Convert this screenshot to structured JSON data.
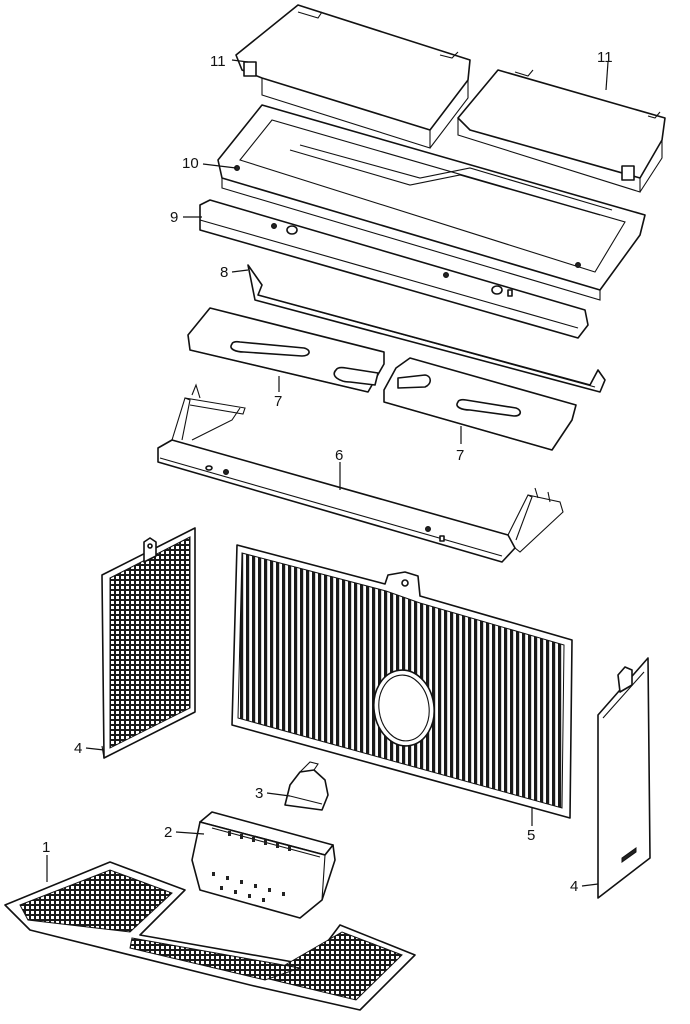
{
  "diagram": {
    "parts": [
      {
        "id": "grate",
        "label": "1"
      },
      {
        "id": "ash-box",
        "label": "2"
      },
      {
        "id": "deflector-clip",
        "label": "3"
      },
      {
        "id": "side-panel-left",
        "label": "4"
      },
      {
        "id": "side-panel-right",
        "label": "4"
      },
      {
        "id": "rear-panel",
        "label": "5"
      },
      {
        "id": "baffle-support",
        "label": "6"
      },
      {
        "id": "baffle-board-left",
        "label": "7"
      },
      {
        "id": "baffle-board-right",
        "label": "7"
      },
      {
        "id": "retainer-strip",
        "label": "8"
      },
      {
        "id": "front-channel",
        "label": "9"
      },
      {
        "id": "top-frame",
        "label": "10"
      },
      {
        "id": "insulation-board-left",
        "label": "11"
      },
      {
        "id": "insulation-board-right",
        "label": "11"
      }
    ]
  }
}
